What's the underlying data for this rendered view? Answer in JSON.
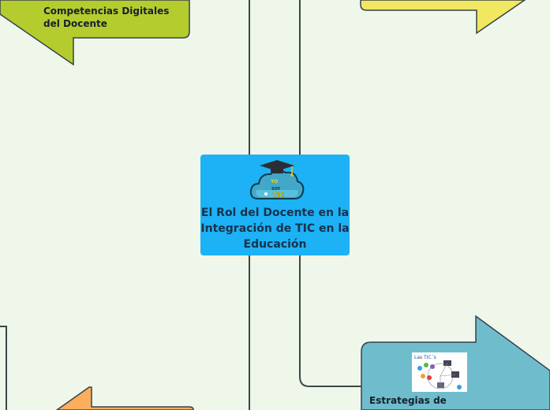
{
  "central_topic": {
    "title": "El Rol del Docente en la Integración de TIC en la Educación",
    "icon_caption_top": "YO",
    "icon_caption_mid": "SOY",
    "icon_caption_bottom": "TIC"
  },
  "topics": {
    "competencias": {
      "label": "Competencias Digitales del Docente",
      "color": "#b5cc2f"
    },
    "estrategias": {
      "label": "Estrategias de",
      "color": "#6fbccd"
    },
    "top_right": {
      "label": "",
      "color": "#f1e760"
    },
    "bottom_left": {
      "label": "",
      "color": "#fbaf5d"
    }
  },
  "tic_diagram": {
    "title": "Las TIC´s"
  },
  "colors": {
    "background": "#eef7ea",
    "central": "#1cb2f5",
    "connector": "#3a4a4a"
  }
}
